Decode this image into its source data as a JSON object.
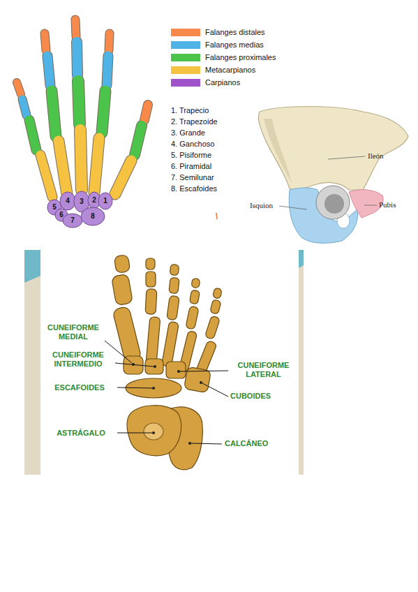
{
  "diagram": {
    "labels": [
      "5",
      "4",
      "3",
      "2",
      "1",
      "6",
      "7",
      "8",
      "1. Trapecio",
      "2. Trapezoide",
      "3. Grande",
      "4. Ganchoso",
      "5. Pisiforme",
      "6. Piramidal",
      "7. Semilunar",
      "8. Escafoides",
      "Ileón",
      "Isquion",
      "Pubis",
      "CUNEIFORME MEDIAL",
      "CUNEIFORME INTERMEDIO",
      "ESCAFOIDES",
      "CUNEIFORME LATERAL",
      "CUBOIDES",
      "ASTRÁGALO",
      "CALCÁNEO"
    ],
    "legend": [
      {
        "text": "Falanges distales",
        "color": "#f7894a"
      },
      {
        "text": "Falanges medias",
        "color": "#4fb3e6"
      },
      {
        "text": "Falanges proximales",
        "color": "#4cc44c"
      },
      {
        "text": "Metacarpianos",
        "color": "#f5c242"
      },
      {
        "text": "Carpianos",
        "color": "#a052c8"
      }
    ]
  }
}
